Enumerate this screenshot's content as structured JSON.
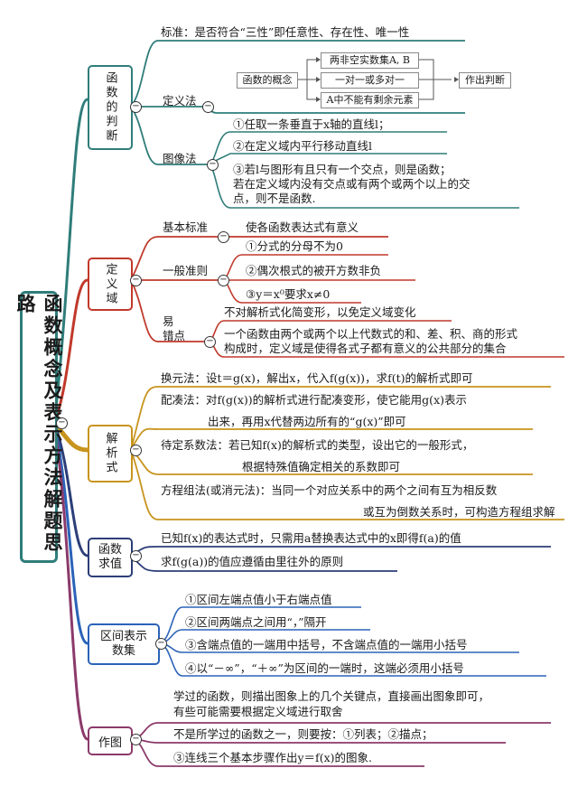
{
  "root": "函数概念及表示方法解题思路",
  "branches": {
    "judge": {
      "label": "函数的判断",
      "standard": "标准：是否符合“三性”即任意性、存在性、唯一性",
      "def_method": {
        "label": "定义法",
        "flow": {
          "concept": "函数的概念",
          "sets": "两非空实数集A, B",
          "mapping": "一对一或多对一",
          "no_leftover": "A中不能有剩余元素",
          "decide": "作出判断"
        }
      },
      "graph_method": {
        "label": "图像法",
        "steps": [
          "①任取一条垂直于x轴的直线l；",
          "②在定义域内平行移动直线l",
          "③若l与图形有且只有一个交点，则是函数；",
          "若在定义域内没有交点或有两个或两个以上的交",
          "点，则不是函数."
        ]
      }
    },
    "domain": {
      "label": "定义域",
      "basic": {
        "label": "基本标准",
        "text": "使各函数表达式有意义"
      },
      "general": {
        "label": "一般准则",
        "rules": [
          "①分式的分母不为0",
          "②偶次根式的被开方数非负",
          "③y＝x⁰要求x≠0"
        ]
      },
      "pitfall": {
        "label1": "易",
        "label2": "错点",
        "items": [
          "不对解析式化简变形，以免定义域变化",
          "一个函数由两个或两个以上代数式的和、差、积、商的形式",
          "构成时，定义域是使得各式子都有意义的公共部分的集合"
        ]
      }
    },
    "analytic": {
      "label": "解析式",
      "items": [
        "换元法：设t＝g(x)，解出x，代入f(g(x))，求f(t)的解析式即可",
        "配凑法：对f(g(x))的解析式进行配凑变形，使它能用g(x)表示",
        "出来，再用x代替两边所有的“g(x)”即可",
        "待定系数法：若已知f(x)的解析式的类型，设出它的一般形式，",
        "根据特殊值确定相关的系数即可",
        "方程组法(或消元法)：当同一个对应关系中的两个之间有互为相反数",
        "或互为倒数关系时，可构造方程组求解"
      ]
    },
    "value": {
      "label": "函数求值",
      "items": [
        "已知f(x)的表达式时，只需用a替换表达式中的x即得f(a)的值",
        "求f(g(a))的值应遵循由里往外的原则"
      ]
    },
    "interval": {
      "label": "区间表示数集",
      "items": [
        "①区间左端点值小于右端点值",
        "②区间两端点之间用“，”隔开",
        "③含端点值的一端用中括号，不含端点值的一端用小括号",
        "④以“－∞”，“＋∞”为区间的一端时，这端必须用小括号"
      ]
    },
    "graph": {
      "label": "作图",
      "items": [
        "学过的函数，则描出图象上的几个关键点，直接画出图象即可，",
        "有些可能需要根据定义域进行取舍",
        "不是所学过的函数之一，则要按：①列表；②描点；",
        "③连线三个基本步骤作出y＝f(x)的图象."
      ]
    }
  },
  "colors": {
    "teal": "#2f7d7a",
    "red": "#c0392b",
    "gold": "#c8941e",
    "navy": "#2c3e78",
    "blue": "#2b63b8",
    "plum": "#8b3a6b"
  }
}
